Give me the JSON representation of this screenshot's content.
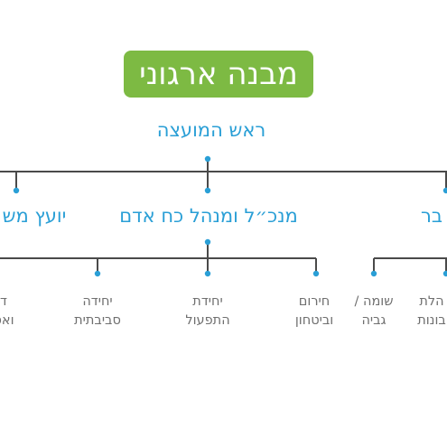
{
  "diagram": {
    "title": "מבנה ארגוני",
    "head": "ראש המועצה",
    "level2": [
      {
        "label": "יועץ מש"
      },
      {
        "label": "מנכ״ל ומנהל כח אדם"
      },
      {
        "label": "בר"
      }
    ],
    "units": [
      {
        "line1": "ד",
        "line2": "ואס"
      },
      {
        "line1": "יחידה",
        "line2": "סביבתית"
      },
      {
        "line1": "יחידת",
        "line2": "התפעול"
      },
      {
        "line1": "חירום",
        "line2": "וביטחון"
      },
      {
        "line1": "שומה /",
        "line2": "גביה"
      },
      {
        "line1": "הלת",
        "line2": "בונות"
      }
    ],
    "colors": {
      "title_bg": "#7dba43",
      "role_text": "#2a9fd6",
      "unit_text": "#6f6f6f",
      "connector": "#4a4a4a",
      "node_dot": "#2a9fd6"
    }
  }
}
